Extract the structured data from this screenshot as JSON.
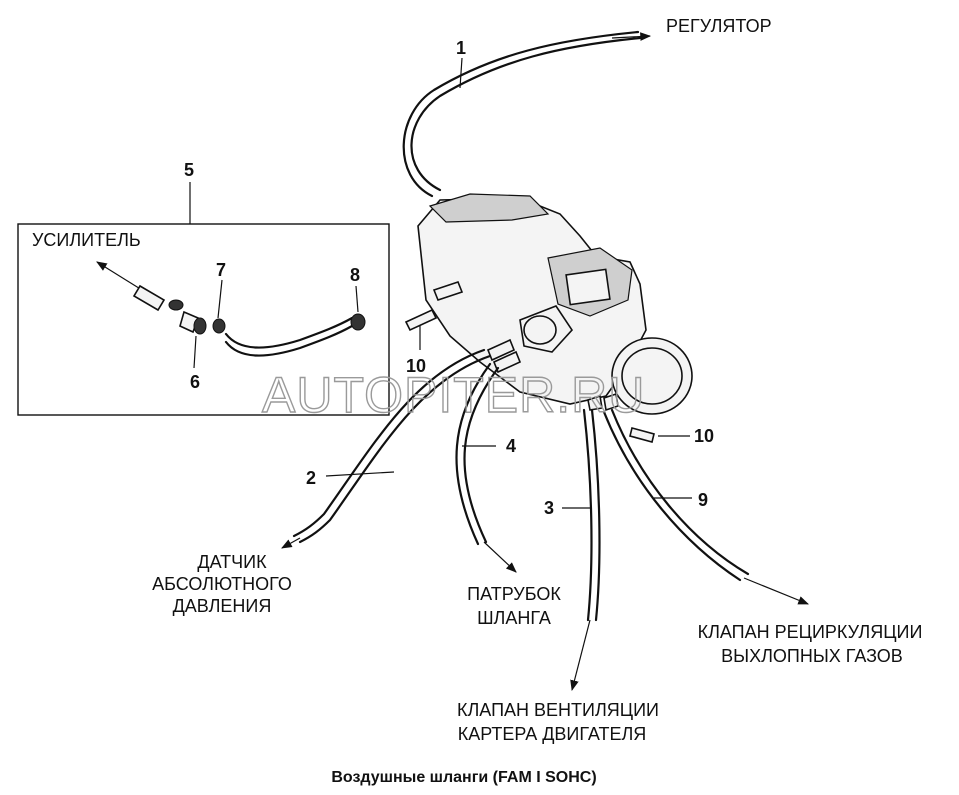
{
  "labels": {
    "regulator": "РЕГУЛЯТОР",
    "amplifier": "УСИЛИТЕЛЬ",
    "map_sensor": [
      "ДАТЧИК",
      "АБСОЛЮТНОГО",
      "ДАВЛЕНИЯ"
    ],
    "hose_nipple": [
      "ПАТРУБОК",
      "ШЛАНГА"
    ],
    "egr_valve": [
      "КЛАПАН РЕЦИРКУЛЯЦИИ",
      "ВЫХЛОПНЫХ ГАЗОВ"
    ],
    "pcv_valve": [
      "КЛАПАН ВЕНТИЛЯЦИИ",
      "КАРТЕРА ДВИГАТЕЛЯ"
    ]
  },
  "callouts": {
    "n1": "1",
    "n2": "2",
    "n3": "3",
    "n4": "4",
    "n5": "5",
    "n6": "6",
    "n7": "7",
    "n8": "8",
    "n9": "9",
    "n10_left": "10",
    "n10_right": "10"
  },
  "caption": "Воздушные шланги (FAM I SOHC)",
  "watermark": "AUTOPITER.RU"
}
